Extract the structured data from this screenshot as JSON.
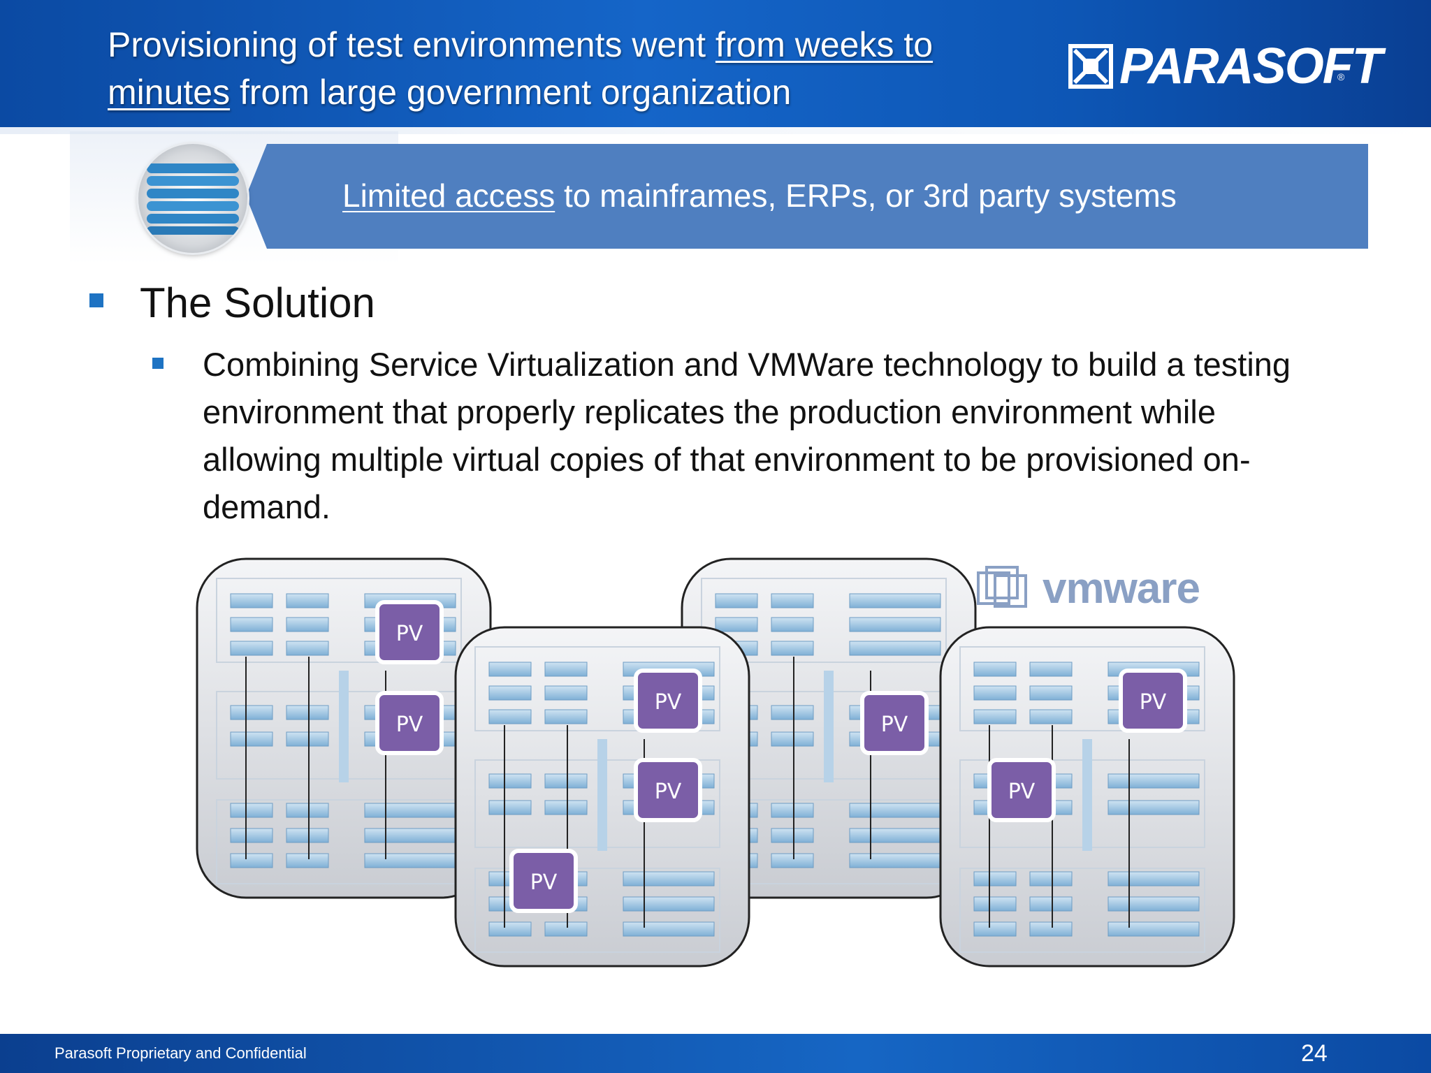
{
  "title": {
    "part1": "Provisioning of test environments went ",
    "underlined": "from weeks to minutes",
    "part2": " from large government organization"
  },
  "logo": {
    "text": "PARASOFT"
  },
  "banner": {
    "underlined": "Limited access",
    "rest": " to mainframes, ERPs, or 3rd party systems"
  },
  "solution": {
    "heading": "The Solution",
    "bullet": "Combining Service Virtualization and VMWare technology to build a testing environment that properly replicates the production environment while allowing multiple virtual copies of that environment to be provisioned on-demand."
  },
  "diagram": {
    "pv_label": "PV",
    "vmware_label": "vmware"
  },
  "footer": {
    "left": "Parasoft Proprietary and Confidential",
    "page_number": "24"
  },
  "colors": {
    "header_blue": "#1565c8",
    "banner_blue": "#4f7fc0",
    "pv_purple": "#7b5ea7",
    "bullet_blue": "#1e73c3"
  }
}
